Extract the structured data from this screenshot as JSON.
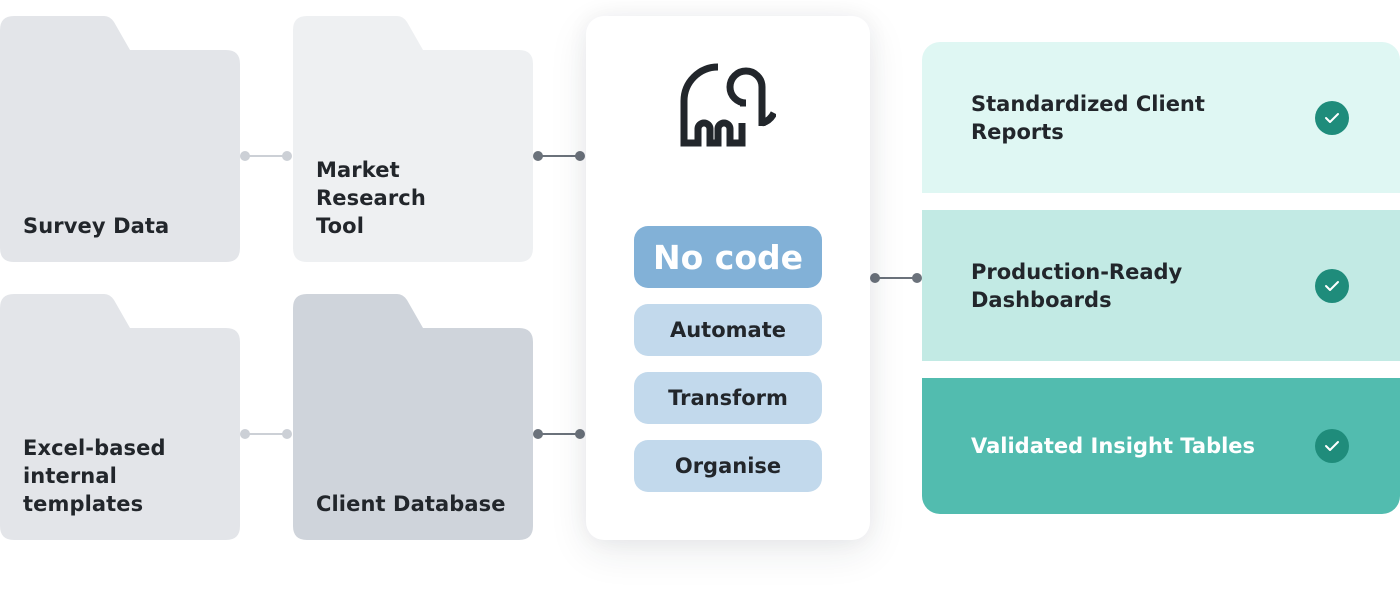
{
  "sources": [
    {
      "id": "survey-data",
      "label": "Survey Data",
      "color": "#e3e5e9"
    },
    {
      "id": "market-research-tool",
      "label": "Market Research Tool",
      "color": "#eef0f2"
    },
    {
      "id": "excel-templates",
      "label": "Excel-based internal templates",
      "color": "#e3e5e9"
    },
    {
      "id": "client-database",
      "label": "Client Database",
      "color": "#cfd4db"
    }
  ],
  "hub": {
    "logo_icon": "elephant-logo-icon",
    "primary_label": "No code",
    "actions": [
      "Automate",
      "Transform",
      "Organise"
    ]
  },
  "outputs": [
    {
      "label": "Standardized Client Reports",
      "icon": "check-circle-icon",
      "color": "#dff7f3"
    },
    {
      "label": "Production-Ready Dashboards",
      "icon": "check-circle-icon",
      "color": "#c2eae4"
    },
    {
      "label": "Validated Insight Tables",
      "icon": "check-circle-icon",
      "color": "#52bcaf"
    }
  ],
  "colors": {
    "check_circle": "#1f8c7b",
    "primary_pill": "#82b1d7",
    "secondary_pill": "#c2d9ec",
    "connector_light": "#ccd0d6",
    "connector_dark": "#6b727b",
    "text": "#22262b"
  }
}
